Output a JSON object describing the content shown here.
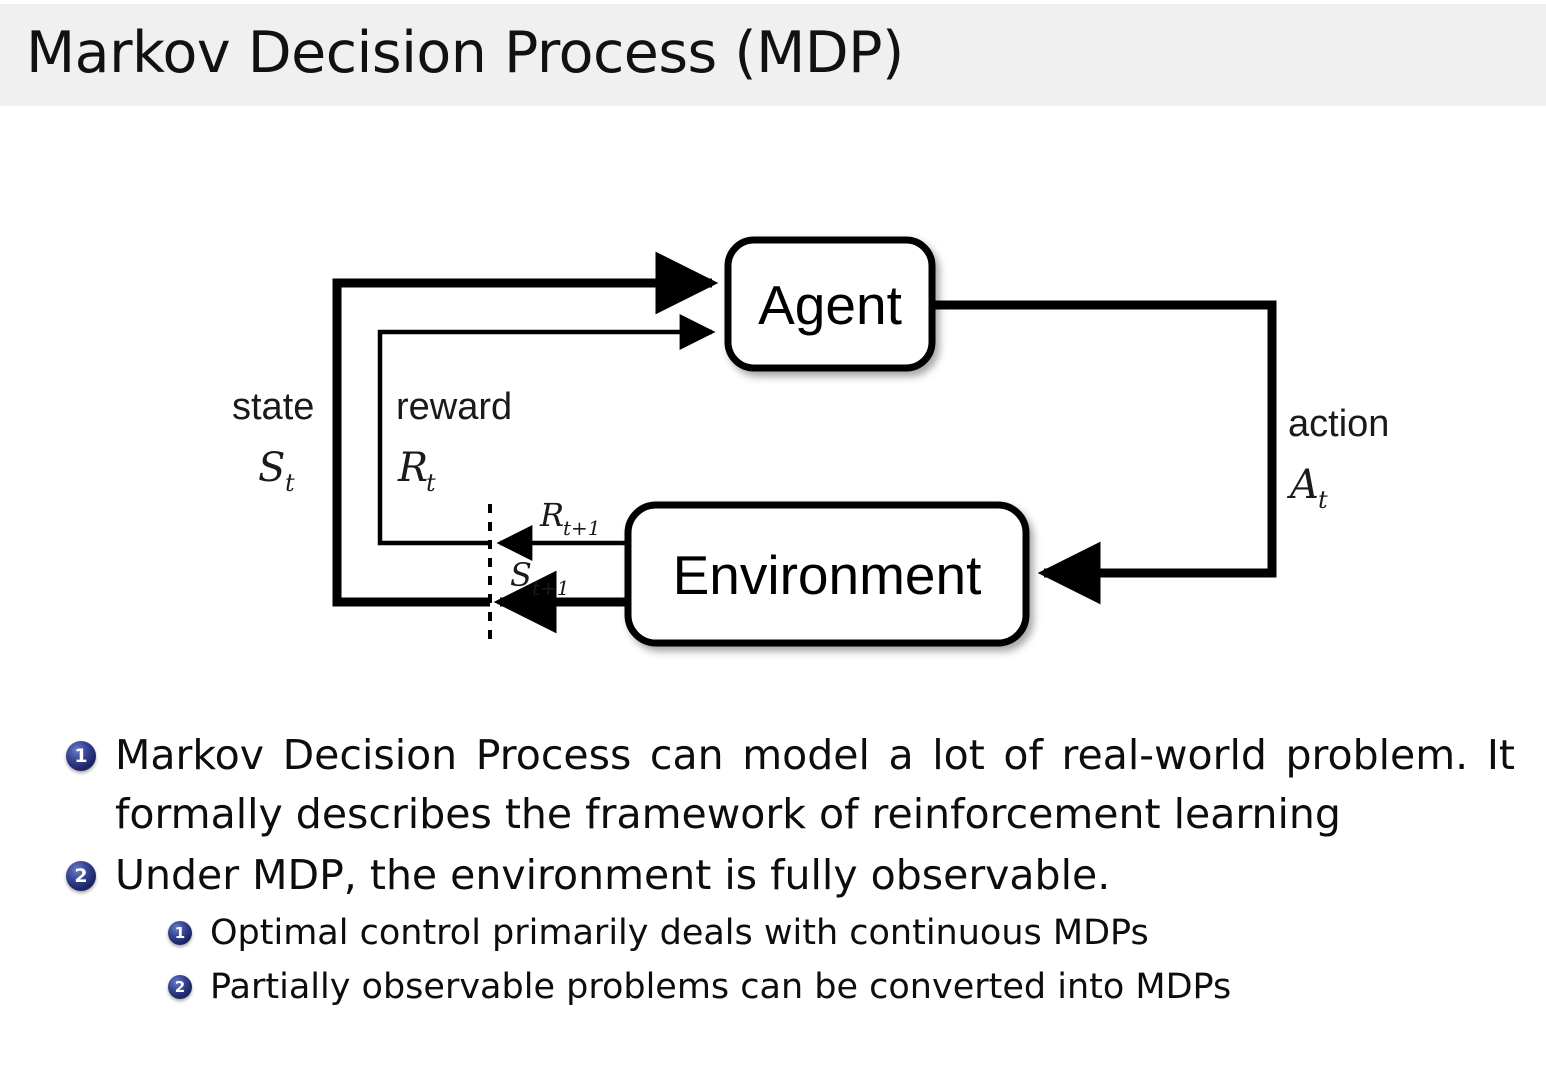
{
  "header": {
    "title": "Markov Decision Process (MDP)",
    "background_color": "#f0f0f0"
  },
  "diagram": {
    "name": "agent-environment-interaction-loop",
    "nodes": [
      {
        "id": "agent",
        "label": "Agent"
      },
      {
        "id": "environment",
        "label": "Environment"
      }
    ],
    "labels": {
      "state_word": "state",
      "state_symbol": "S",
      "state_subscript": "t",
      "reward_word": "reward",
      "reward_symbol": "R",
      "reward_subscript": "t",
      "action_word": "action",
      "action_symbol": "A",
      "action_subscript": "t",
      "reward_next_symbol": "R",
      "reward_next_subscript": "t+1",
      "state_next_symbol": "S",
      "state_next_subscript": "t+1"
    },
    "edges": [
      {
        "from": "environment",
        "to": "agent",
        "label": "state S_t"
      },
      {
        "from": "environment",
        "to": "agent",
        "label": "reward R_t"
      },
      {
        "from": "agent",
        "to": "environment",
        "label": "action A_t"
      },
      {
        "from": "environment",
        "to": "boundary",
        "label": "R_t+1"
      },
      {
        "from": "environment",
        "to": "boundary",
        "label": "S_t+1"
      }
    ]
  },
  "bullets": {
    "accent_color": "#2b3580",
    "items": [
      {
        "number": "1",
        "text": "Markov Decision Process can model a lot of real-world problem. It formally describes the framework of reinforcement learning",
        "children": []
      },
      {
        "number": "2",
        "text": "Under MDP, the environment is fully observable.",
        "children": [
          {
            "number": "1",
            "text": "Optimal control primarily deals with continuous MDPs"
          },
          {
            "number": "2",
            "text": "Partially observable problems can be converted into MDPs"
          }
        ]
      }
    ]
  }
}
